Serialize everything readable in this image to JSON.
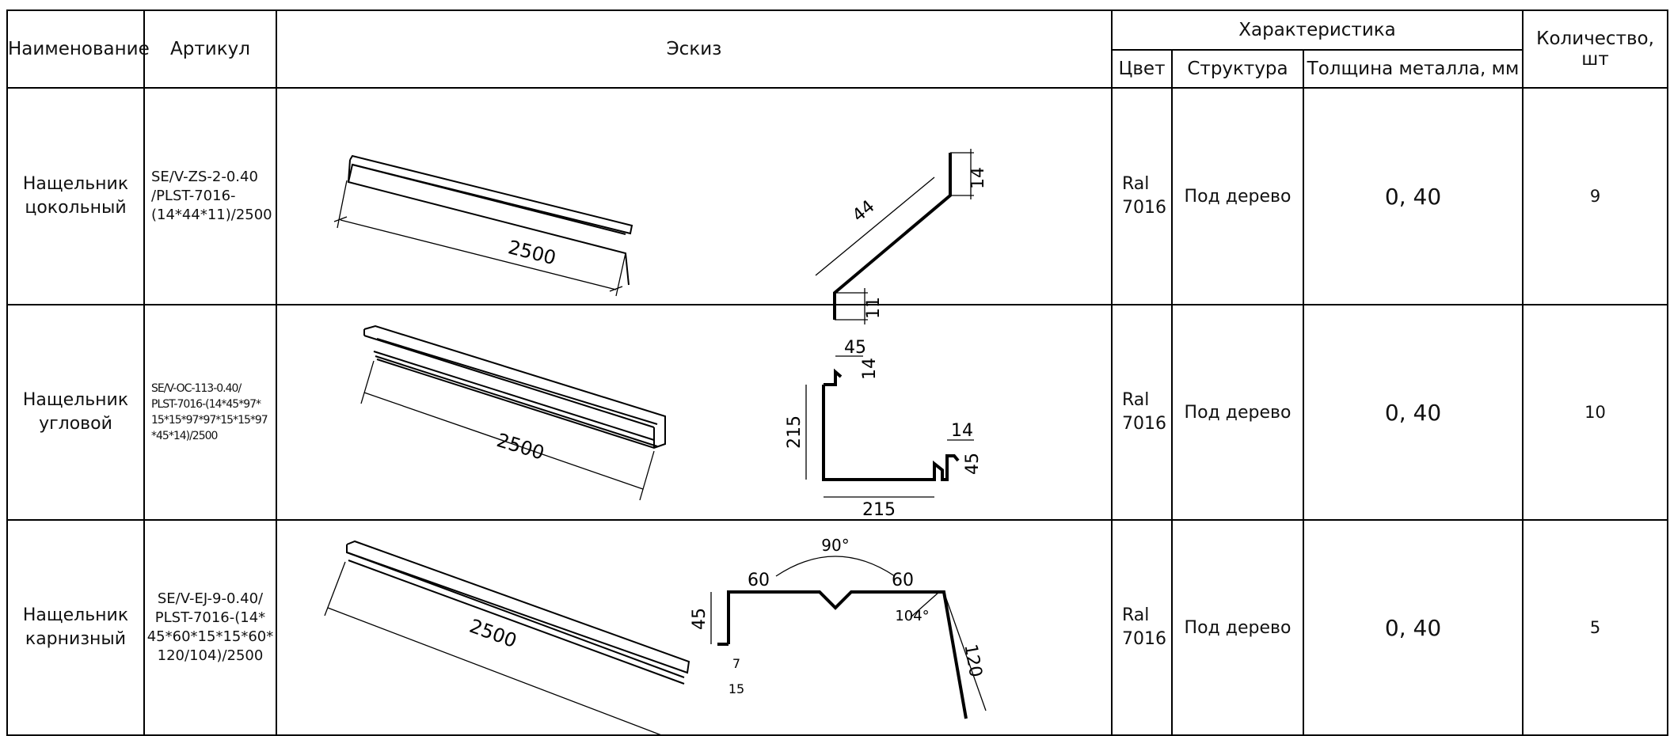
{
  "headers": {
    "name": "Наименование",
    "article": "Артикул",
    "sketch": "Эскиз",
    "characteristic": "Характеристика",
    "quantity": "Количество, шт",
    "color": "Цвет",
    "structure": "Структура",
    "thickness": "Толщина металла, мм"
  },
  "rows": [
    {
      "name_line1": "Нащельник",
      "name_line2": "цокольный",
      "article_lines": [
        "SE/V-ZS-2-0.40",
        "/PLST-7016-",
        "(14*44*11)/2500"
      ],
      "color_line1": "Ral",
      "color_line2": "7016",
      "structure": "Под дерево",
      "thickness": "0, 40",
      "quantity": "9",
      "dims": {
        "length": "2500",
        "a": "44",
        "b": "14",
        "c": "11"
      }
    },
    {
      "name_line1": "Нащельник",
      "name_line2": "угловой",
      "article_lines": [
        "SE/V-OC-113-0.40/",
        "PLST-7016-(14*45*97*",
        "15*15*97*97*15*15*97",
        "*45*14)/2500"
      ],
      "color_line1": "Ral",
      "color_line2": "7016",
      "structure": "Под дерево",
      "thickness": "0, 40",
      "quantity": "10",
      "dims": {
        "length": "2500",
        "a": "45",
        "b": "14",
        "c": "215",
        "d": "215",
        "e": "14",
        "f": "45"
      }
    },
    {
      "name_line1": "Нащельник",
      "name_line2": "карнизный",
      "article_lines": [
        "SE/V-EJ-9-0.40/",
        "PLST-7016-(14*",
        "45*60*15*15*60*",
        "120/104)/2500"
      ],
      "color_line1": "Ral",
      "color_line2": "7016",
      "structure": "Под дерево",
      "thickness": "0, 40",
      "quantity": "5",
      "dims": {
        "length": "2500",
        "angle_top": "90°",
        "left": "60",
        "right": "60",
        "height": "45",
        "angle": "104°",
        "drop": "120",
        "hem1": "7",
        "hem2": "15"
      }
    }
  ]
}
